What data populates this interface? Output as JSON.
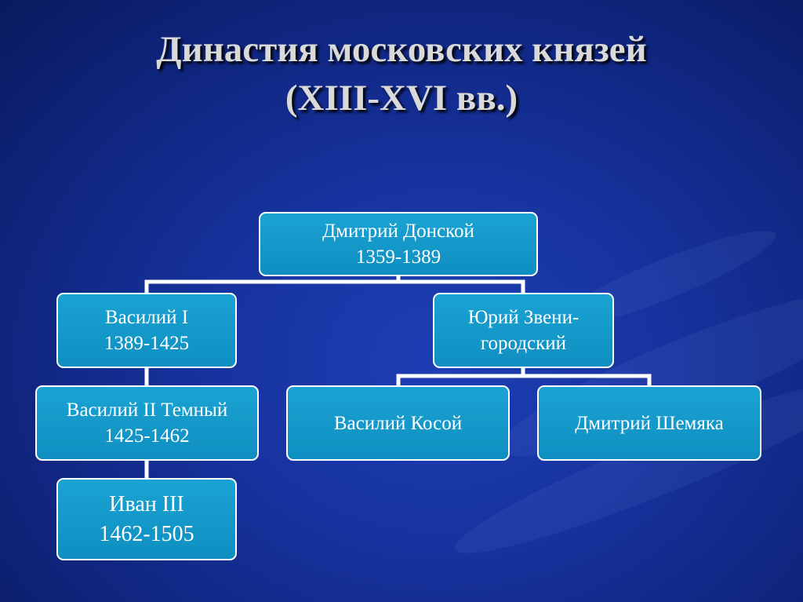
{
  "title": {
    "line1": "Династия московских князей",
    "line2": "(XIII-XVI вв.)"
  },
  "tree": {
    "dmitry_donskoy": {
      "name": "Дмитрий Донской",
      "years": "1359-1389"
    },
    "vasily_1": {
      "name": "Василий I",
      "years": "1389-1425"
    },
    "yury_zvenigorodsky": {
      "name": "Юрий Звени-",
      "years": "городский"
    },
    "vasily_2": {
      "name": "Василий II Темный",
      "years": "1425-1462"
    },
    "ivan_3": {
      "name": "Иван III",
      "years": "1462-1505"
    },
    "vasily_kosoy": {
      "name": "Василий Косой"
    },
    "dmitry_shemyaka": {
      "name": "Дмитрий Шемяка"
    }
  },
  "colors": {
    "node_fill": "#1aa3d2",
    "node_border": "#ffffff",
    "connector": "#ffffff",
    "title_text": "#d9d9d9"
  }
}
